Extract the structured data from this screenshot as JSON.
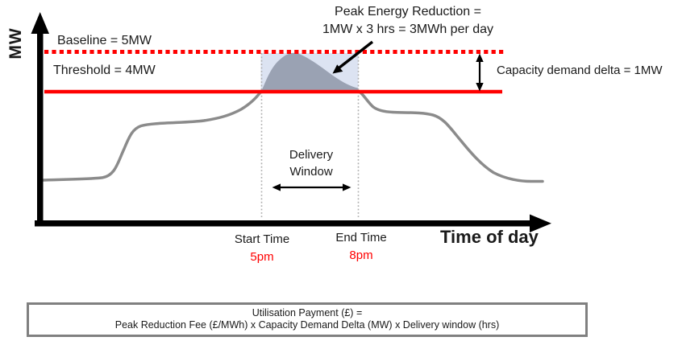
{
  "diagram": {
    "y_axis_label": "MW",
    "x_axis_label": "Time of day",
    "baseline_label": "Baseline = 5MW",
    "threshold_label": "Threshold = 4MW",
    "peak_reduction_line1": "Peak Energy Reduction =",
    "peak_reduction_line2": "1MW x 3 hrs = 3MWh per day",
    "capacity_delta_label": "Capacity demand delta = 1MW",
    "delivery_window_line1": "Delivery",
    "delivery_window_line2": "Window",
    "start_time_label": "Start Time",
    "start_time_value": "5pm",
    "end_time_label": "End Time",
    "end_time_value": "8pm"
  },
  "formula_box": {
    "line1": "Utilisation Payment (£) =",
    "line2": "Peak Reduction Fee (£/MWh) x Capacity Demand Delta (MW) x Delivery window (hrs)"
  },
  "colors": {
    "line_red": "#ff0000",
    "curve_gray": "#8b8b8b",
    "hump_fill": "#9aa2b3",
    "window_fill": "#dce3f2",
    "dotted_guide_gray": "#adadad",
    "axis_black": "#000000",
    "box_border_gray": "#808080",
    "time_value_red": "#ff0000"
  }
}
